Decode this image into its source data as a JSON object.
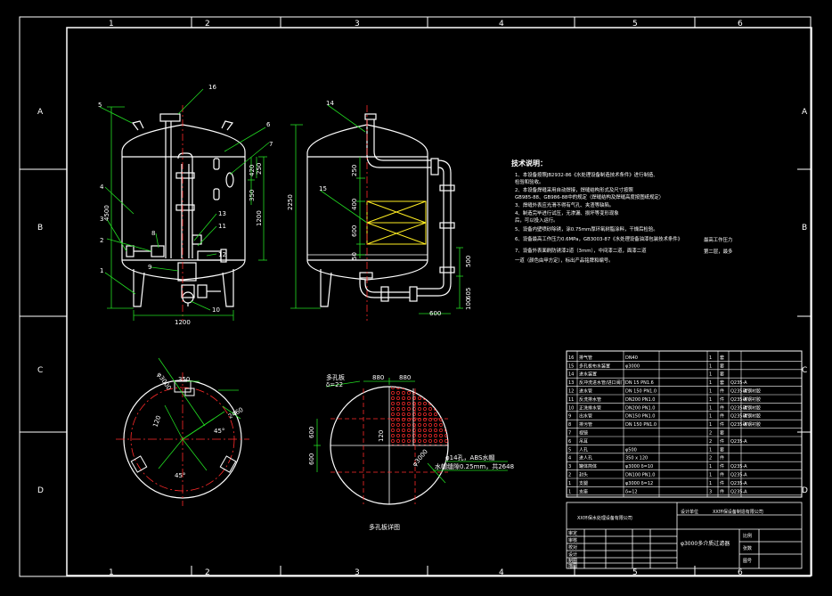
{
  "frame": {
    "top_numbers": [
      "1",
      "2",
      "3",
      "4",
      "5",
      "6"
    ],
    "bottom_numbers": [
      "1",
      "2",
      "3",
      "4",
      "5",
      "6"
    ],
    "left_letters": [
      "A",
      "B",
      "C",
      "D"
    ],
    "right_letters": [
      "A",
      "B",
      "C",
      "D"
    ]
  },
  "front_view": {
    "dims": {
      "d4500": "4500",
      "d1200w": "1200",
      "d1200h": "1200",
      "d350": "350",
      "d420": "420",
      "d250": "250"
    },
    "balloons": [
      "16",
      "5",
      "6",
      "7",
      "4",
      "3",
      "2",
      "8",
      "13",
      "11",
      "12",
      "9",
      "1",
      "10"
    ]
  },
  "side_view": {
    "dims": {
      "d2250": "2250",
      "d250": "250",
      "d400": "400",
      "d600": "600",
      "d50": "50",
      "d500": "500",
      "d605": "605",
      "d600b": "600",
      "d100": "100"
    },
    "balloons": [
      "14",
      "15"
    ]
  },
  "plate_view": {
    "dims": [
      "880",
      "880",
      "600",
      "600",
      "120",
      "φ3000"
    ],
    "thickness": "δ=22",
    "note1": "φ14孔，ABS水帽",
    "note2": "水帽缝隙0.25mm，共2648",
    "top_label": "多孔板",
    "caption": "多孔板详图"
  },
  "base_view": {
    "dims": [
      "φ3000",
      "350",
      "2460",
      "120",
      "45°",
      "45°"
    ]
  },
  "notes": {
    "title": "技术说明：",
    "lines": [
      "1、本设备按照JB2932-86《水处理设备制造技术条件》进行制造、",
      "    检验和验收。",
      "2、本设备焊缝采用自动焊接，焊缝结构形式及尺寸按照",
      "    GB985-88、GB986-88中的规定（焊缝结构及焊缝高度按图纸规定）",
      "3、焊缝外表应光滑不得有气孔、夹渣等缺陷。",
      "4、制造完毕进行试压，无渗漏、损坏等变形现象",
      "    后，可以投入运行。",
      "5、设备内壁喷砂除锈，涂0.75mm厚环氧树脂涂料，干燥后检验。",
      "6、设备最高工作压力0.6MPa，GB3003-87《水处理设备油漆包装技术条件》",
      "7、设备外表面刷防锈漆2道（3mm），中间漆二道，面漆二道",
      "    一道（颜色由甲方定），标出产品铭牌和编号。"
    ],
    "aside1": "最高工作压力",
    "aside2": "第二层，最多"
  },
  "bom": {
    "rows": [
      [
        "16",
        "排气管",
        "DN40",
        "1",
        "套",
        "",
        ""
      ],
      [
        "15",
        "多孔板布水装置",
        "φ3000",
        "1",
        "套",
        "",
        ""
      ],
      [
        "14",
        "进水装置",
        "",
        "1",
        "套",
        "",
        ""
      ],
      [
        "13",
        "反冲洗进水管/进口阀门",
        "DN 15  PN1.6",
        "1",
        "套",
        "Q235-A",
        ""
      ],
      [
        "12",
        "进水管",
        "DN 150  PN1.0",
        "1",
        "件",
        "Q235-A",
        "碳钢衬胶"
      ],
      [
        "11",
        "反洗排水管",
        "DN200  PN1.0",
        "1",
        "件",
        "Q235-A",
        "碳钢衬胶"
      ],
      [
        "10",
        "正洗排水管",
        "DN200  PN1.0",
        "1",
        "件",
        "Q235-A",
        "碳钢衬胶"
      ],
      [
        "9",
        "出水管",
        "DN150  PN1.0",
        "1",
        "件",
        "Q235-A",
        "碳钢衬胶"
      ],
      [
        "8",
        "排污管",
        "DN 150  PN1.0",
        "1",
        "件",
        "Q235-A",
        "碳钢衬胶"
      ],
      [
        "7",
        "视镜",
        "",
        "2",
        "套",
        "",
        ""
      ],
      [
        "6",
        "吊耳",
        "",
        "2",
        "件",
        "Q235-A",
        ""
      ],
      [
        "5",
        "人孔",
        "φ500",
        "1",
        "套",
        "",
        ""
      ],
      [
        "4",
        "进人孔",
        "350 x 120",
        "2",
        "件",
        "",
        ""
      ],
      [
        "3",
        "罐体简体",
        "φ3000  δ=10",
        "1",
        "件",
        "Q235-A",
        ""
      ],
      [
        "2",
        "封头",
        "DN100  PN1.0",
        "1",
        "件",
        "Q235-A",
        ""
      ],
      [
        "1",
        "支腿",
        "φ3000  δ=12",
        "1",
        "件",
        "Q235-A",
        ""
      ],
      [
        "1",
        "支座",
        "δ=12",
        "3",
        "件",
        "Q235-A",
        ""
      ]
    ]
  },
  "title_block": {
    "company_left": "XX环保水处理设备有限公司",
    "company_right": "XX环保设备制造有限公司",
    "project_label": "设计单位",
    "drawing_title": "φ3000多介质过滤器",
    "roles": [
      "审定",
      "审核",
      "校对",
      "设计",
      "制图",
      "描图"
    ],
    "meta": [
      "比例",
      "张数",
      "图号"
    ]
  }
}
